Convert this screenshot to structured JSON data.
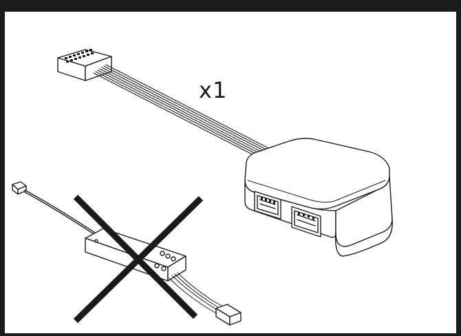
{
  "diagram": {
    "quantity_label": "x1",
    "included_part": "fan-hub-splitter-with-header-cable",
    "excluded_part": "controller-module-with-leads",
    "excluded_marker": "cross-out-x",
    "colors": {
      "frame": "#1c1c1c",
      "background": "#ffffff",
      "line": "#1a1a1a"
    }
  }
}
